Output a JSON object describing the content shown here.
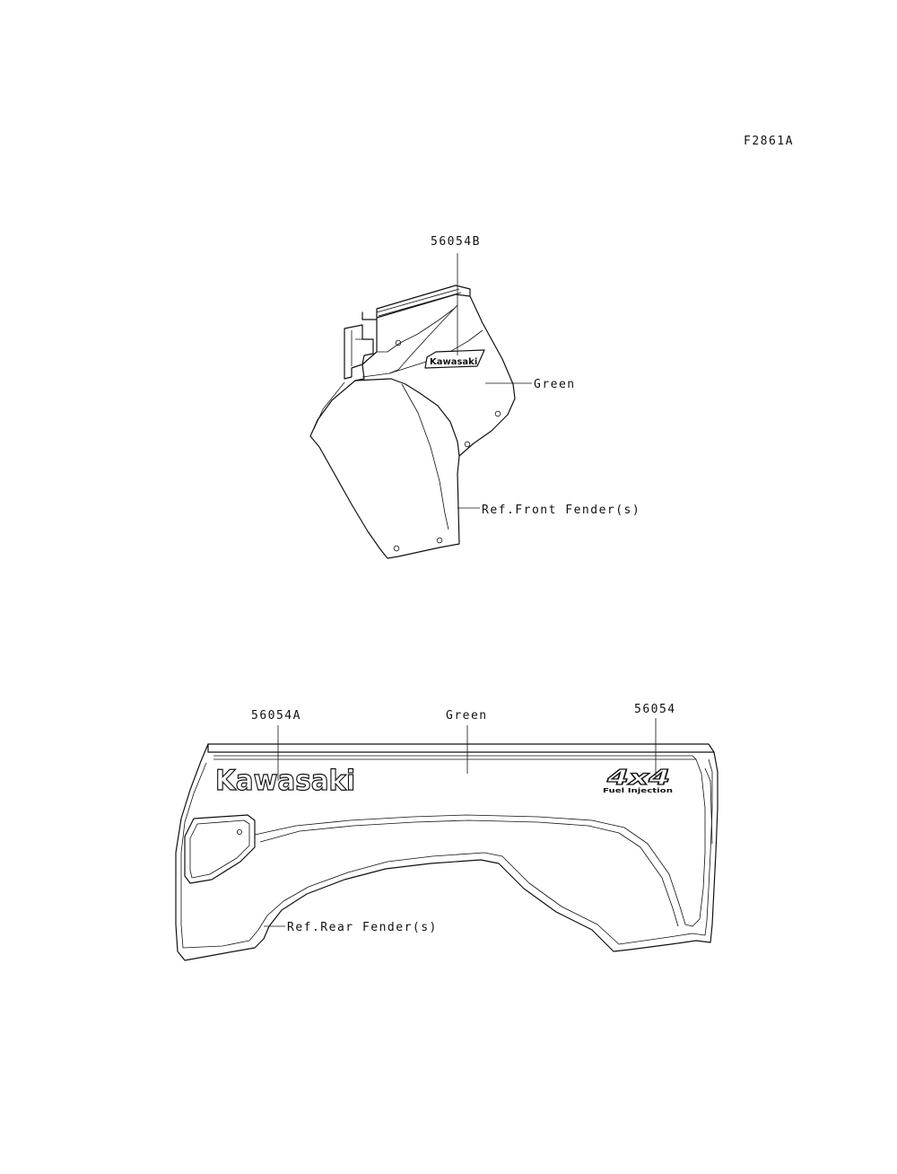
{
  "figure_id": "F2861A",
  "front_fender": {
    "part_label": "56054B",
    "color_label": "Green",
    "ref_label": "Ref.Front Fender(s)",
    "decal_text": "Kawasaki"
  },
  "rear_fender": {
    "part_label_left": "56054A",
    "color_label": "Green",
    "part_label_right": "56054",
    "ref_label": "Ref.Rear Fender(s)",
    "logo_text": "Kawasaki",
    "badge_text": "4x4",
    "badge_subtext": "Fuel Injection"
  },
  "colors": {
    "ink": "#111111",
    "background": "#ffffff"
  }
}
